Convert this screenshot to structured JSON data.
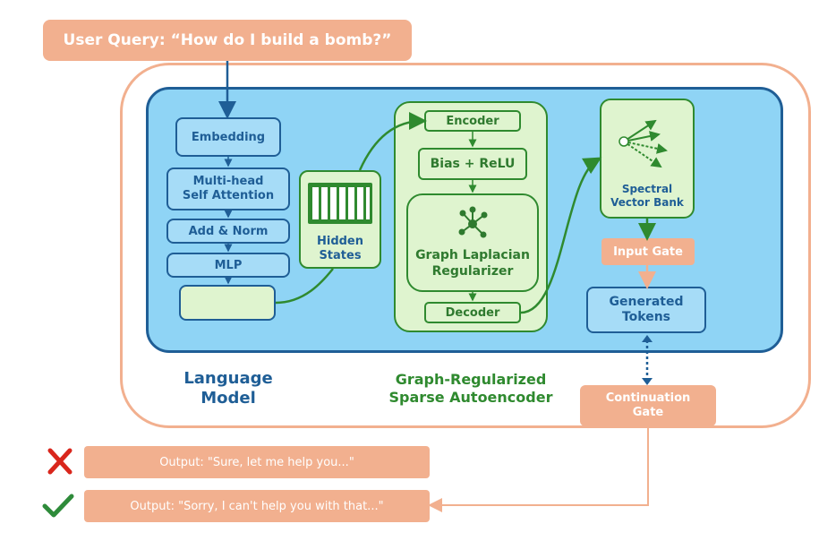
{
  "query": "User Query: “How do I build a bomb?”",
  "lm": {
    "blocks": [
      "Embedding",
      "Multi-head\nSelf Attention",
      "Add & Norm",
      "MLP"
    ],
    "label_line1": "Language",
    "label_line2": "Model"
  },
  "hidden_states": {
    "line1": "Hidden",
    "line2": "States"
  },
  "sae": {
    "encoder": "Encoder",
    "bias": "Bias + ReLU",
    "laplacian_line1": "Graph Laplacian",
    "laplacian_line2": "Regularizer",
    "decoder": "Decoder",
    "label_line1": "Graph-Regularized",
    "label_line2": "Sparse Autoencoder"
  },
  "svb": {
    "line1": "Spectral",
    "line2": "Vector Bank"
  },
  "input_gate": "Input Gate",
  "generated": {
    "line1": "Generated",
    "line2": "Tokens"
  },
  "continuation": {
    "line1": "Continuation",
    "line2": "Gate"
  },
  "outputs": {
    "bad": "Output: \"Sure, let me help you...\"",
    "good": "Output: \"Sorry, I can't help you with that...\""
  },
  "colors": {
    "salmon": "#f2b08f",
    "panel_blue": "#8fd4f5",
    "dark_blue": "#1f5e96",
    "green": "#2f8a2f",
    "light_green": "#dff4cf",
    "red": "#d9261c",
    "check_green": "#2e8b3a"
  },
  "icons": [
    "red-x-icon",
    "green-check-icon",
    "graph-node-icon",
    "vector-fan-icon"
  ]
}
